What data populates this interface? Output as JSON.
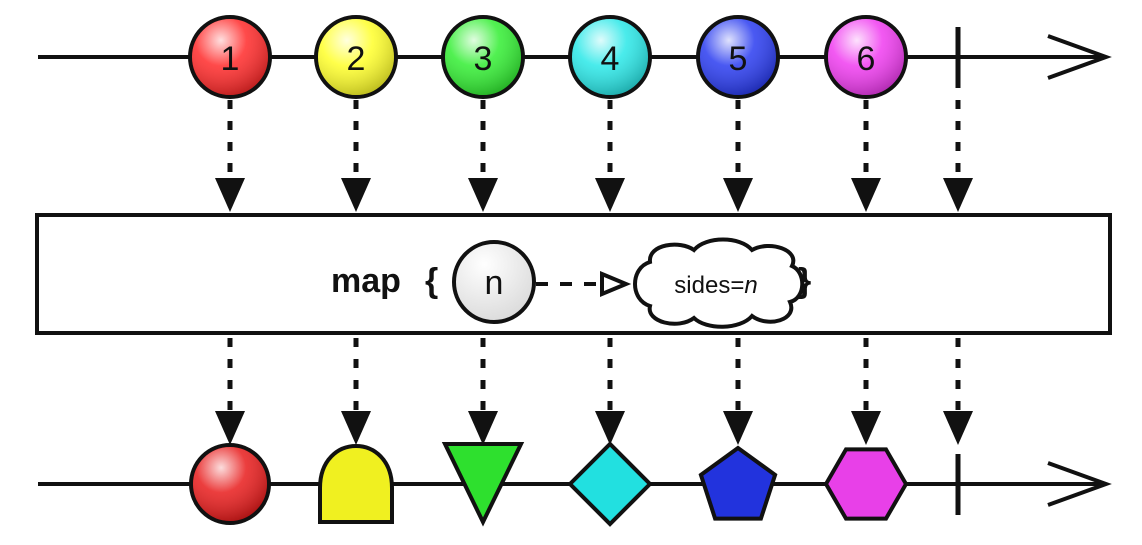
{
  "input_items": [
    {
      "label": "1",
      "color": "#ff2a2a"
    },
    {
      "label": "2",
      "color": "#ffff2a"
    },
    {
      "label": "3",
      "color": "#33ee33"
    },
    {
      "label": "4",
      "color": "#2ae8e8"
    },
    {
      "label": "5",
      "color": "#2a3cf0"
    },
    {
      "label": "6",
      "color": "#f03cf0"
    }
  ],
  "operator": {
    "keyword": "map",
    "open_brace": "{",
    "close_brace": "}",
    "param": "n",
    "cloud_prefix": "sides=",
    "cloud_var": "n"
  },
  "output_items": [
    {
      "shape": "circle",
      "color": "#e81c1c"
    },
    {
      "shape": "dome",
      "color": "#f0f020"
    },
    {
      "shape": "triangle",
      "color": "#2ee02e"
    },
    {
      "shape": "diamond",
      "color": "#22e0e0"
    },
    {
      "shape": "pentagon",
      "color": "#2233dd"
    },
    {
      "shape": "hexagon",
      "color": "#e840e8"
    }
  ]
}
